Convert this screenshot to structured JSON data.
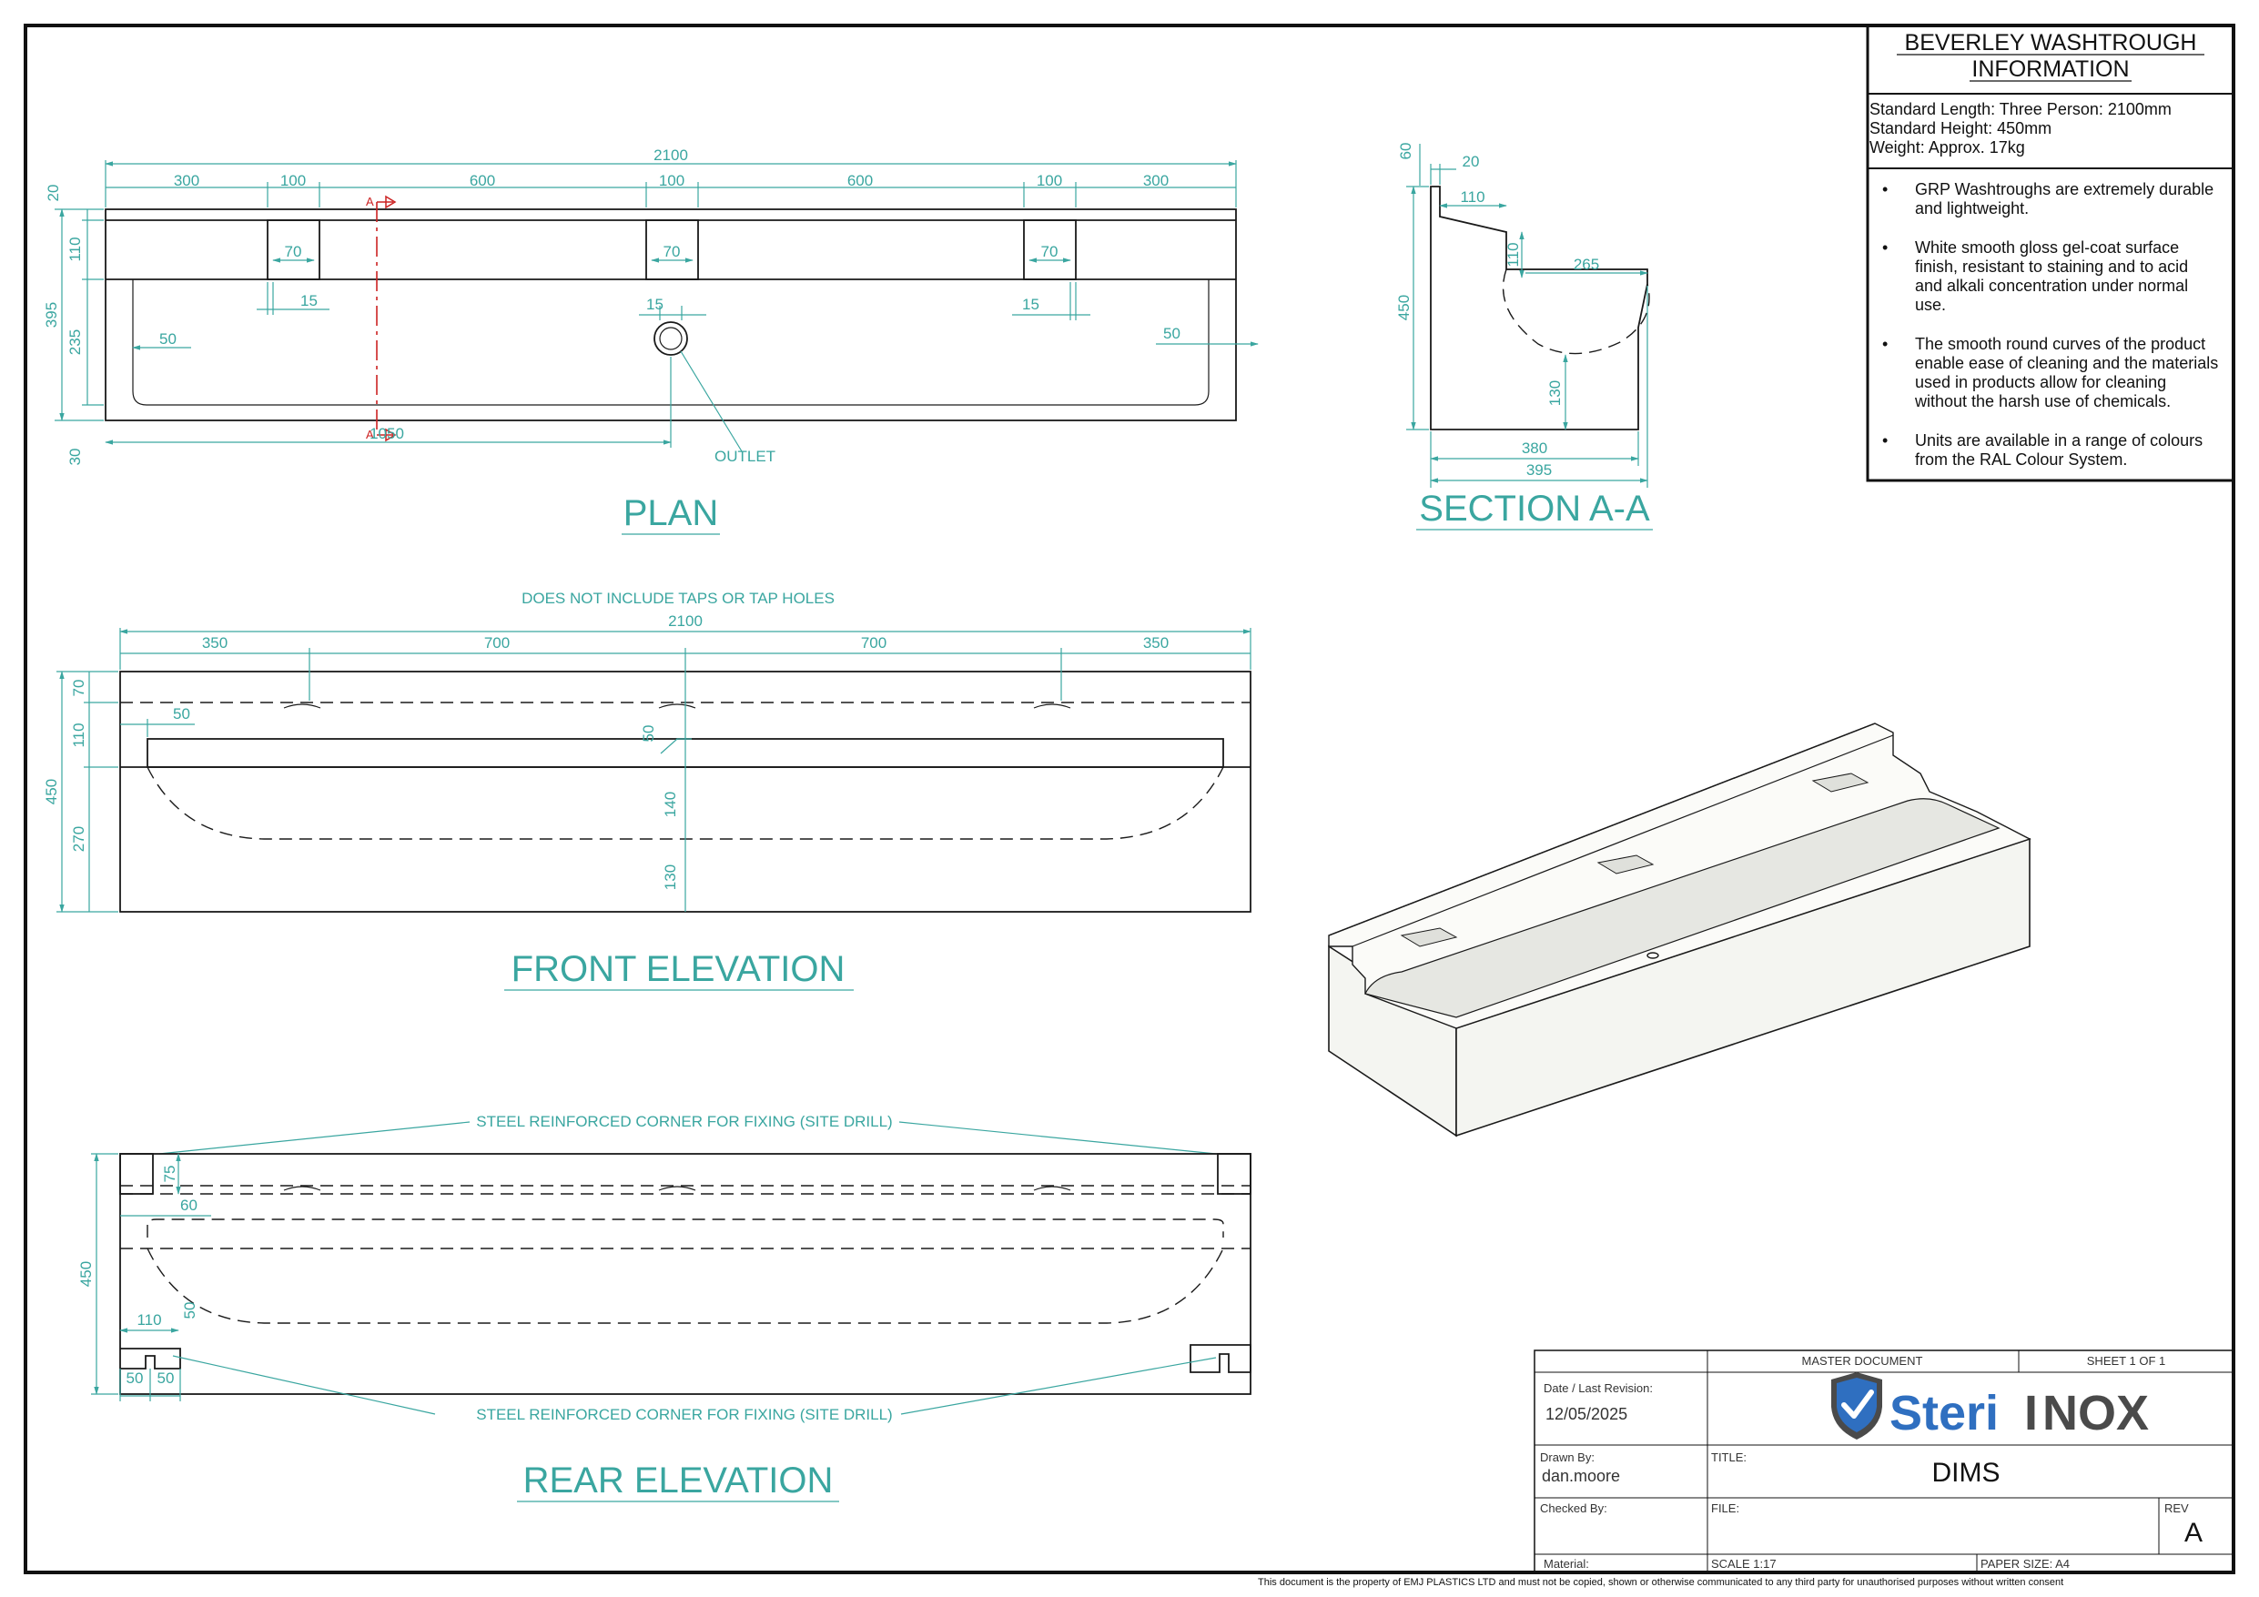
{
  "info_box": {
    "title_line1": "BEVERLEY WASHTROUGH",
    "title_line2": "INFORMATION",
    "spec1": "Standard Length: Three Person: 2100mm",
    "spec2": "Standard Height: 450mm",
    "spec3": "Weight: Approx. 17kg",
    "b1_l1": "GRP Washtroughs are extremely durable",
    "b1_l2": "and lightweight.",
    "b2_l1": "White smooth gloss gel-coat surface",
    "b2_l2": "finish, resistant to staining and to acid",
    "b2_l3": "and alkali concentration under normal",
    "b2_l4": "use.",
    "b3_l1": "The smooth round curves of the product",
    "b3_l2": "enable ease of cleaning and the materials",
    "b3_l3": "used in products allow for cleaning",
    "b3_l4": "without the harsh use of chemicals.",
    "b4_l1": "Units are available in a range of colours",
    "b4_l2": "from the RAL Colour System.",
    "bullet": "•"
  },
  "views": {
    "plan": "PLAN",
    "section": "SECTION A-A",
    "front": "FRONT ELEVATION",
    "rear": "REAR ELEVATION"
  },
  "notes": {
    "no_taps": "DOES NOT INCLUDE TAPS OR TAP HOLES",
    "steel_corner": "STEEL REINFORCED CORNER FOR FIXING (SITE DRILL)",
    "outlet": "OUTLET",
    "section_marker": "A"
  },
  "plan_dims": {
    "overall": "2100",
    "segments": [
      "300",
      "100",
      "600",
      "100",
      "600",
      "100",
      "300"
    ],
    "d20": "20",
    "d110": "110",
    "d395": "395",
    "d235": "235",
    "d30": "30",
    "d70": "70",
    "d15": "15",
    "d50": "50",
    "d1050": "1050"
  },
  "section_dims": {
    "d60": "60",
    "d20": "20",
    "d110": "110",
    "d110v": "110",
    "d265": "265",
    "d450": "450",
    "d130": "130",
    "d380": "380",
    "d395": "395"
  },
  "front_dims": {
    "overall": "2100",
    "segments": [
      "350",
      "700",
      "700",
      "350"
    ],
    "d70": "70",
    "d110": "110",
    "d450": "450",
    "d270": "270",
    "d50": "50",
    "d50v": "50",
    "d140": "140",
    "d130": "130"
  },
  "rear_dims": {
    "d75": "75",
    "d60": "60",
    "d450": "450",
    "d110": "110",
    "d50v": "50",
    "d50a": "50",
    "d50b": "50"
  },
  "title_block": {
    "master": "MASTER DOCUMENT",
    "sheet": "SHEET 1 OF 1",
    "date_label": "Date / Last Revision:",
    "date_value": "12/05/2025",
    "logo_a": "Steri",
    "logo_b": "NOX",
    "logo_i": "I",
    "drawn_label": "Drawn By:",
    "drawn_value": "dan.moore",
    "title_label": "TITLE:",
    "title_value": "DIMS",
    "checked_label": "Checked By:",
    "file_label": "FILE:",
    "rev_label": "REV",
    "rev_value": "A",
    "material_label": "Material:",
    "scale": "SCALE 1:17",
    "paper": "PAPER SIZE: A4",
    "disclaimer": "This document is the property of EMJ PLASTICS LTD and must not be copied, shown or otherwise communicated to any third party for unauthorised purposes without written consent"
  },
  "colors": {
    "dimension": "#3aa6a0",
    "section_line": "#cc2222",
    "logo_blue": "#2f6fc0",
    "logo_grey": "#4a4a4a"
  }
}
